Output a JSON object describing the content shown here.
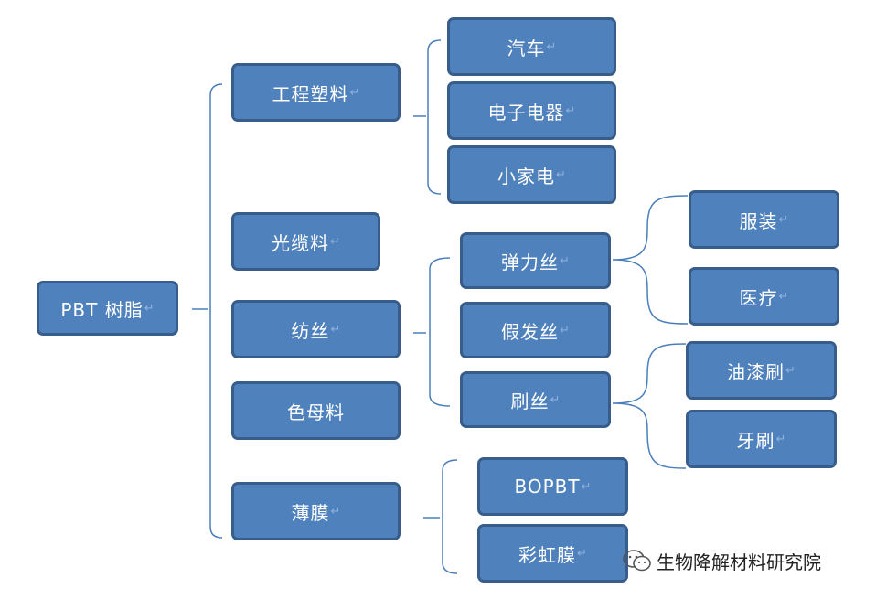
{
  "colors": {
    "node_fill": "#4f81bd",
    "node_border": "#385d8a",
    "line": "#4a7ebb",
    "text": "#ffffff"
  },
  "return_mark": "↵",
  "nodes": {
    "root": "PBT 树脂",
    "engineering_plastics": "工程塑料",
    "automotive": "汽车",
    "electronics": "电子电器",
    "small_appliances": "小家电",
    "optical_cable": "光缆料",
    "spinning": "纺丝",
    "elastic_yarn": "弹力丝",
    "clothing": "服装",
    "medical": "医疗",
    "wig_yarn": "假发丝",
    "brush_yarn": "刷丝",
    "paint_brush": "油漆刷",
    "toothbrush": "牙刷",
    "masterbatch": "色母料",
    "film": "薄膜",
    "bopbt": "BOPBT",
    "rainbow_film": "彩虹膜"
  },
  "watermark": {
    "icon": "wechat-icon",
    "text": "生物降解材料研究院"
  }
}
